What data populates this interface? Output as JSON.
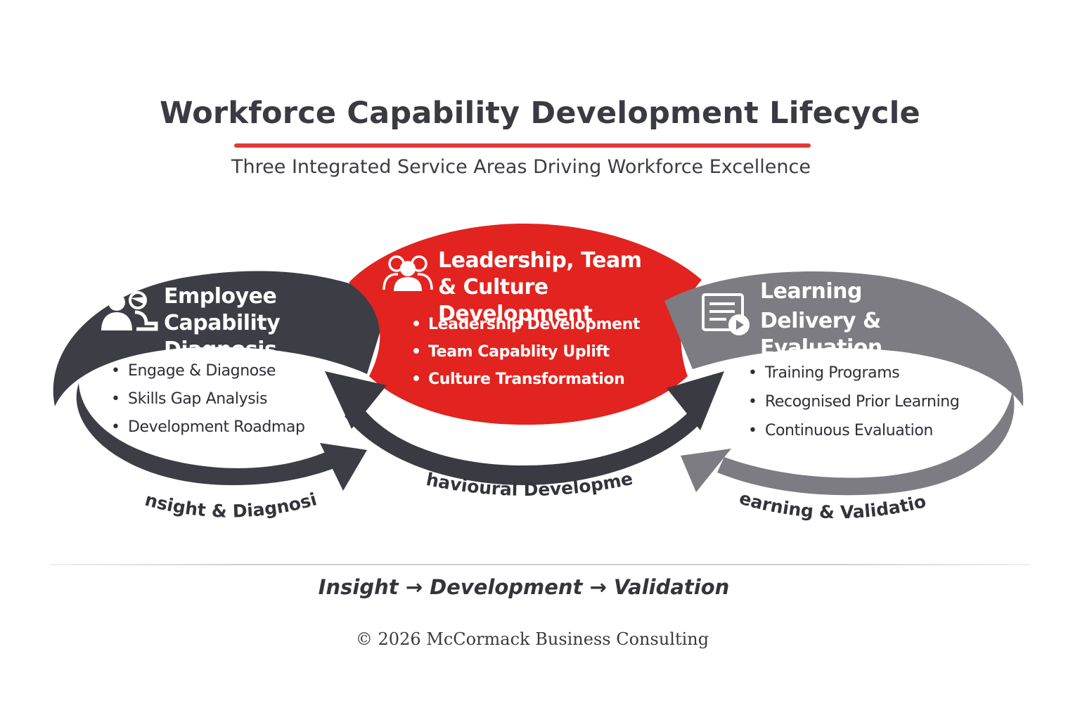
{
  "header": {
    "title": "Workforce Capability Development Lifecycle",
    "subtitle": "Three Integrated Service Areas Driving Workforce Excellence"
  },
  "areas": [
    {
      "title_line1": "Employee Capability",
      "title_line2": "Diagnosis",
      "icon": "people-diagnosis-icon",
      "bullets": [
        "Engage & Diagnose",
        "Skills Gap Analysis",
        "Development Roadmap"
      ],
      "arc_label": "Insight & Diagnosis",
      "color": "#3d3d45"
    },
    {
      "title_line1": "Leadership, Team",
      "title_line2": "& Culture Development",
      "icon": "team-group-icon",
      "bullets": [
        "Leadership Development",
        "Team Capablity Uplift",
        "Culture Transformation"
      ],
      "arc_label": "Behavioural Development",
      "color": "#e2231f"
    },
    {
      "title_line1": "Learning",
      "title_line2": "Delivery & Evaluation",
      "icon": "document-play-icon",
      "bullets": [
        "Training Programs",
        "Recognised Prior Learning",
        "Continuous Evaluation"
      ],
      "arc_label": "Learning & Validation",
      "color": "#7c7c82"
    }
  ],
  "footer": {
    "flow": "Insight → Development → Validation",
    "copyright": "© 2026 McCormack Business Consulting"
  },
  "colors": {
    "accent": "#e23a37",
    "text_dark": "#3a3a42"
  }
}
